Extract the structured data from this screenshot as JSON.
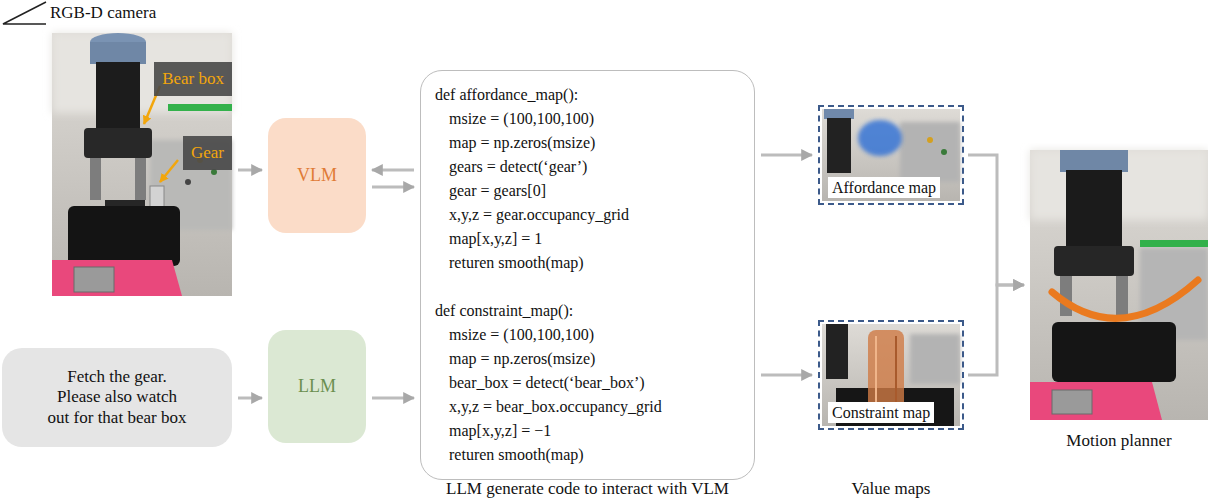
{
  "diagram": {
    "nodes": [
      {
        "text": [
          "RGB-D camera"
        ]
      },
      {
        "text": [
          "Bear box"
        ],
        "in": 0
      },
      {
        "text": [
          "Gear"
        ],
        "in": 0
      },
      {
        "text": [
          "VLM"
        ]
      },
      {
        "text": [
          "Fetch the gear. Please also watch out for that bear box"
        ]
      },
      {
        "text": [
          "LLM"
        ]
      },
      {
        "text": [
          "def affordance_map():",
          "msize = (100,100,100)",
          "map = np.zeros(msize)",
          "gears = detect(‘gear’)",
          "gear = gears[0]",
          "x,y,z = gear.occupancy_grid",
          "map[x,y,z] = 1",
          "returen smooth(map)",
          "def constraint_map():",
          "msize = (100,100,100)",
          "map = np.zeros(msize)",
          "bear_box = detect(‘bear_box’)",
          "x,y,z = bear_box.occupancy_grid",
          "map[x,y,z] = −1",
          "returen smooth(map)"
        ]
      },
      {
        "text": [
          "Affordance map"
        ]
      },
      {
        "text": [
          "Constraint map"
        ]
      },
      {
        "text": [
          "Motion planner"
        ]
      }
    ],
    "edges": [
      {
        "from": 0,
        "to": 3,
        "arrow": "to"
      },
      {
        "from": 6,
        "to": 3,
        "arrow": "to"
      },
      {
        "from": 3,
        "to": 6,
        "arrow": "to"
      },
      {
        "from": 4,
        "to": 5,
        "arrow": "to"
      },
      {
        "from": 5,
        "to": 6,
        "arrow": "to"
      },
      {
        "from": 6,
        "to": 7,
        "arrow": "to"
      },
      {
        "from": 6,
        "to": 8,
        "arrow": "to"
      },
      {
        "from": 7,
        "to": 9,
        "arrow": "to"
      },
      {
        "from": 8,
        "to": 9,
        "arrow": "to"
      }
    ],
    "labels": [
      "LLM generate code to interact with VLM",
      "Value maps"
    ]
  }
}
